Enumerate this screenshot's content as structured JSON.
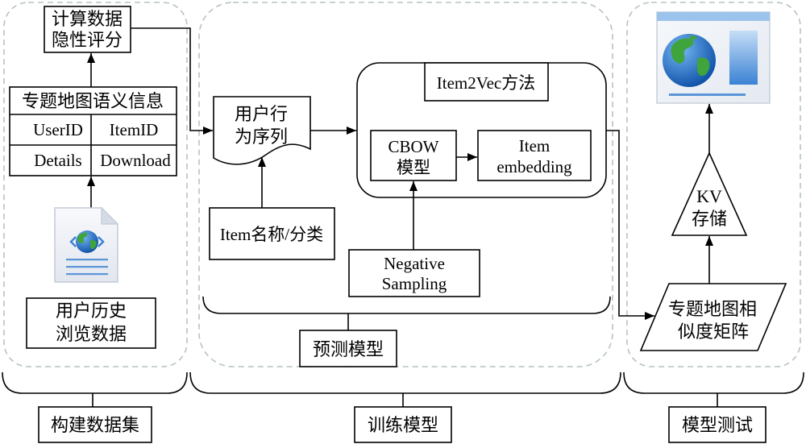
{
  "sections": {
    "build_dataset": "构建数据集",
    "train_model": "训练模型",
    "model_test": "模型测试"
  },
  "nodes": {
    "implicit_score": [
      "计算数据",
      "隐性评分"
    ],
    "semantic_info": {
      "header": "专题地图语义信息",
      "rows": [
        [
          "UserID",
          "ItemID"
        ],
        [
          "Details",
          "Download"
        ]
      ]
    },
    "browse_history": [
      "用户历史",
      "浏览数据"
    ],
    "behavior_sequence": [
      "用户行",
      "为序列"
    ],
    "item2vec_method": "Item2Vec方法",
    "cbow_model": [
      "CBOW",
      "模型"
    ],
    "item_embedding": [
      "Item",
      "embedding"
    ],
    "item_name_category": "Item名称/分类",
    "negative_sampling": [
      "Negative",
      "Sampling"
    ],
    "prediction_model": "预测模型",
    "kv_storage": [
      "KV",
      "存储"
    ],
    "similarity_matrix": [
      "专题地图相",
      "似度矩阵"
    ]
  },
  "icons": {
    "history_source": "web-document-icon",
    "test_output": "browser-globe-icon"
  },
  "colors": {
    "panel_border": "#b6c3c3",
    "stroke": "#000000",
    "globe": "#1f6fca",
    "land": "#3fa43b",
    "accent": "#5a95d8"
  }
}
